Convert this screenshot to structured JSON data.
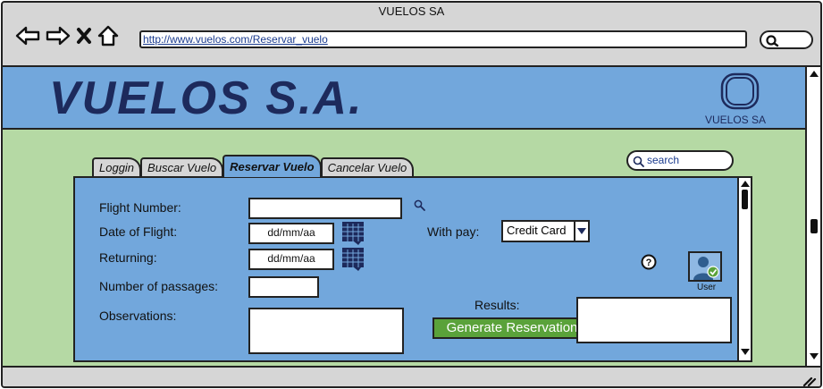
{
  "window": {
    "title": "VUELOS SA"
  },
  "browser": {
    "url": "http://www.vuelos.com/Reservar_vuelo",
    "nav": [
      "back-icon",
      "forward-icon",
      "close-icon",
      "home-icon"
    ]
  },
  "header": {
    "logo_text": "VUELOS S.A.",
    "brand_label": "VUELOS SA"
  },
  "tabs": [
    {
      "label": "Loggin"
    },
    {
      "label": "Buscar Vuelo"
    },
    {
      "label": "Reservar Vuelo",
      "active": true
    },
    {
      "label": "Cancelar Vuelo"
    }
  ],
  "search": {
    "placeholder": "search"
  },
  "form": {
    "flight_number_label": "Flight Number:",
    "date_of_flight_label": "Date of Flight:",
    "date_of_flight_value": "dd/mm/aa",
    "returning_label": "Returning:",
    "returning_value": "dd/mm/aa",
    "passages_label": "Number of passages:",
    "observations_label": "Observations:",
    "with_pay_label": "With pay:",
    "pay_method": "Credit Card",
    "generate_button": "Generate Reservation",
    "results_label": "Results:"
  },
  "user": {
    "label": "User"
  },
  "colors": {
    "header_blue": "#72a7dc",
    "page_green": "#b5d9a4",
    "button_green": "#5aa23a",
    "logo_navy": "#1d2a5c"
  }
}
